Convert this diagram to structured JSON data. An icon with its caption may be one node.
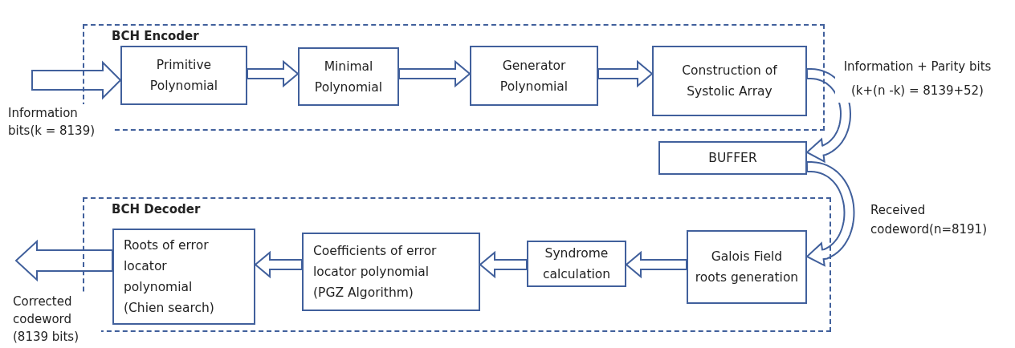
{
  "diagram": {
    "nodes": [
      {
        "text": [
          "BCH Encoder"
        ]
      },
      {
        "text": [
          "Primitive Polynomial"
        ],
        "in": 0
      },
      {
        "text": [
          "Minimal Polynomial"
        ],
        "in": 0
      },
      {
        "text": [
          "Generator Polynomial"
        ],
        "in": 0
      },
      {
        "text": [
          "Construction of Systolic Array"
        ],
        "in": 0
      },
      {
        "text": [
          "BUFFER"
        ]
      },
      {
        "text": [
          "BCH Decoder"
        ]
      },
      {
        "text": [
          "Galois Field roots generation"
        ],
        "in": 6
      },
      {
        "text": [
          "Syndrome calculation"
        ],
        "in": 6
      },
      {
        "text": [
          "Coefficients of error locator polynomial (PGZ Algorithm)"
        ],
        "in": 6
      },
      {
        "text": [
          "Roots of error locator polynomial (Chien search)"
        ],
        "in": 6
      }
    ],
    "edges": [
      {
        "from": null,
        "to": 1,
        "arrow": "to",
        "label": "Information bits(k = 8139)"
      },
      {
        "from": 1,
        "to": 2,
        "arrow": "to"
      },
      {
        "from": 2,
        "to": 3,
        "arrow": "to"
      },
      {
        "from": 3,
        "to": 4,
        "arrow": "to"
      },
      {
        "from": 4,
        "to": 5,
        "arrow": "to",
        "label": "Information + Parity bits (k+(n -k) =  8139+52)"
      },
      {
        "from": 5,
        "to": 7,
        "arrow": "to",
        "label": "Received codeword(n=8191)"
      },
      {
        "from": 7,
        "to": 8,
        "arrow": "to"
      },
      {
        "from": 8,
        "to": 9,
        "arrow": "to"
      },
      {
        "from": 9,
        "to": 10,
        "arrow": "to"
      },
      {
        "from": 10,
        "to": null,
        "arrow": "to",
        "label": "Corrected codeword (8139 bits)"
      }
    ]
  }
}
